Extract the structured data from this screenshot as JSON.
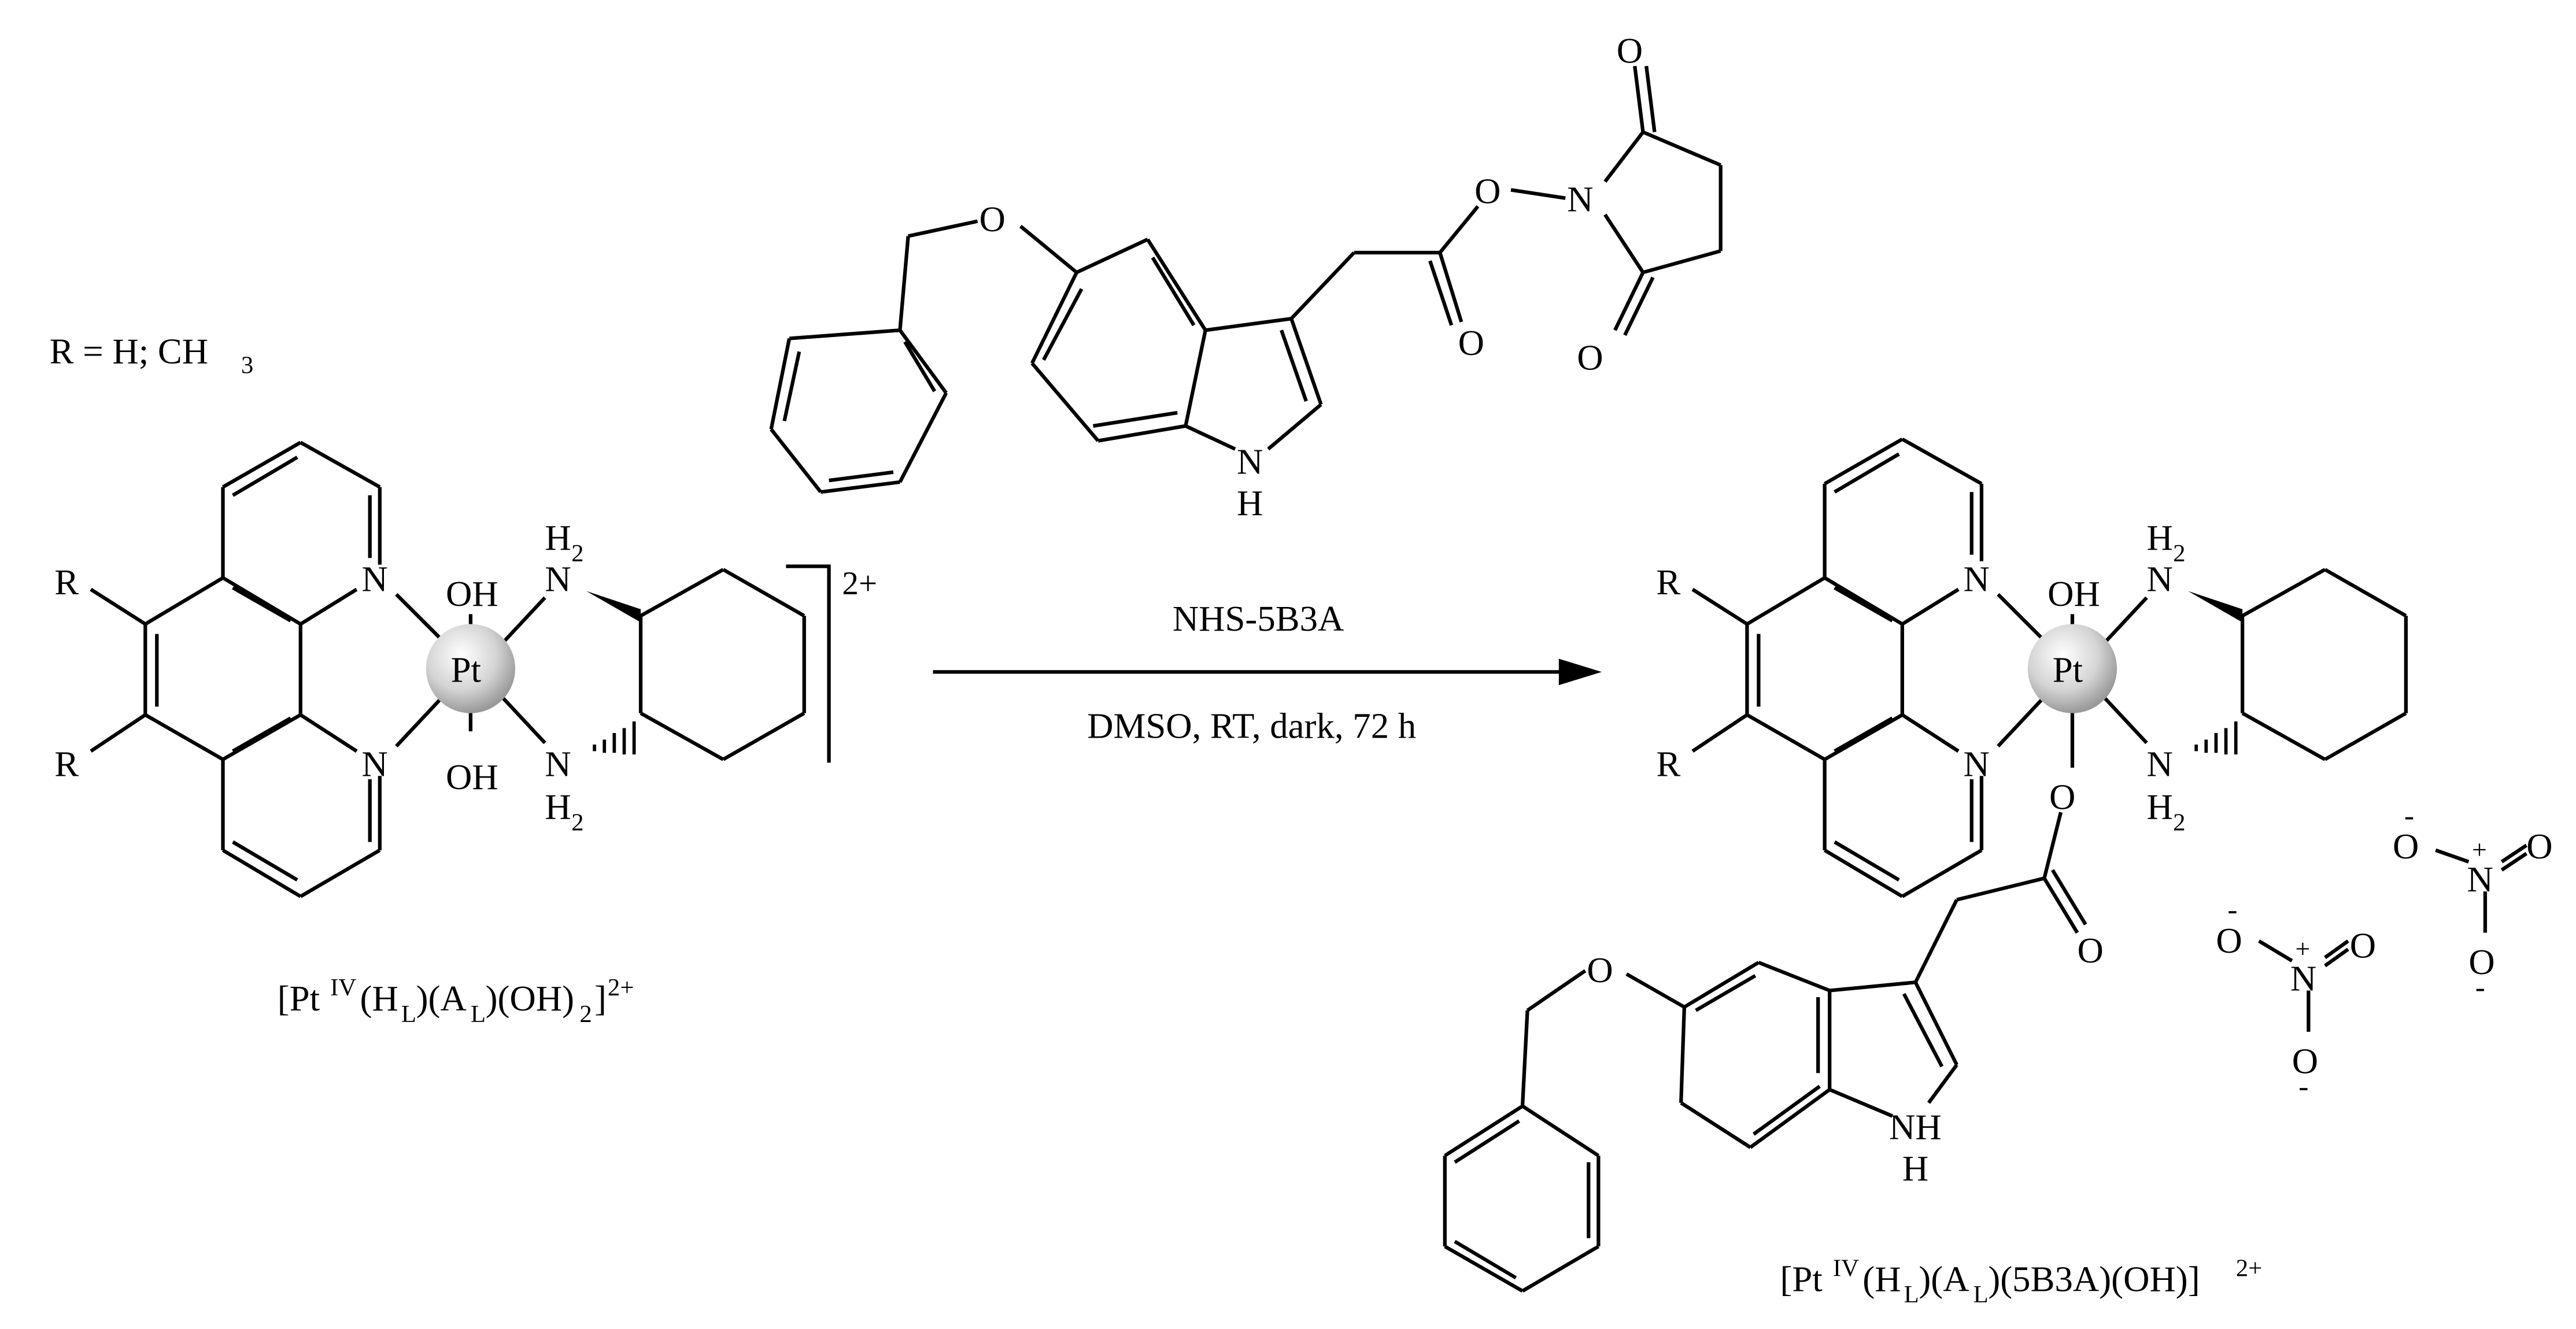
{
  "substituent": "R = H; CH",
  "substituent_sub": "3",
  "reagent": {
    "name": "NHS-5B3A",
    "conditions": "DMSO, RT, dark, 72 h"
  },
  "labels": {
    "pt": "Pt",
    "oh": "OH",
    "n": "N",
    "r": "R",
    "o": "O",
    "h": "H",
    "nh": "NH",
    "h2_h": "H",
    "h2_sub": "2",
    "charge": "2+",
    "plus": "+",
    "minus": "-"
  },
  "reactant_formula": {
    "open": "[Pt",
    "ox": "IV",
    "p1": "(H",
    "s1": "L",
    "p2": ")(A",
    "s2": "L",
    "p3": ")(OH)",
    "s3": "2",
    "p4": "]",
    "charge": "2+"
  },
  "product_formula": {
    "open": "[Pt",
    "ox": "IV",
    "p1": "(H",
    "s1": "L",
    "p2": ")(A",
    "s2": "L",
    "p3": ")(5B3A)(OH)]",
    "charge": "2+"
  },
  "colors": {
    "ink": "#000000",
    "pt_sphere": "#c8c8c8"
  }
}
